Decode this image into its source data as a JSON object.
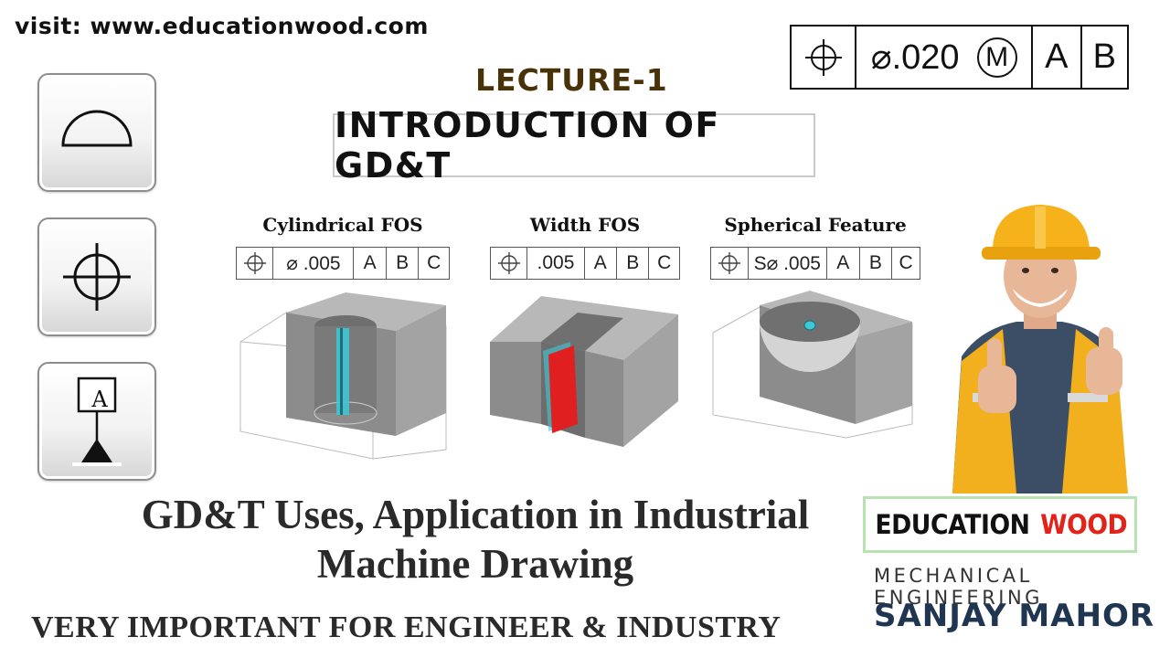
{
  "header": {
    "visit": "visit: www.educationwood.com",
    "lecture": "LECTURE-1",
    "title": "INTRODUCTION OF GD&T"
  },
  "top_frame": {
    "symbol": "position-icon",
    "tolerance": "⌀.020",
    "modifier": "M",
    "datums": [
      "A",
      "B"
    ]
  },
  "side_icons": [
    "profile-of-surface-icon",
    "position-icon",
    "datum-feature-icon"
  ],
  "datum_letter": "A",
  "features": [
    {
      "title": "Cylindrical FOS",
      "tolerance": "⌀ .005",
      "datums": [
        "A",
        "B",
        "C"
      ]
    },
    {
      "title": "Width FOS",
      "tolerance": ".005",
      "datums": [
        "A",
        "B",
        "C"
      ]
    },
    {
      "title": "Spherical Feature",
      "tolerance": "S⌀ .005",
      "datums": [
        "A",
        "B",
        "C"
      ]
    }
  ],
  "headline": {
    "line1": "GD&T Uses, Application in Industrial",
    "line2": "Machine Drawing"
  },
  "subline": "VERY IMPORTANT FOR ENGINEER & INDUSTRY",
  "brand": {
    "part1": "EDUCATION",
    "part2": "WOOD",
    "tagline": "MECHANICAL ENGINEERING",
    "author": "SANJAY MAHOR"
  },
  "colors": {
    "lecture": "#4a3208",
    "brand_red": "#e2231a",
    "author": "#1f3550",
    "brand_border": "#b7e3b0",
    "hole_cyan": "#3cc9d8",
    "slot_red": "#e02020",
    "block_gray": "#8c8c8c"
  }
}
